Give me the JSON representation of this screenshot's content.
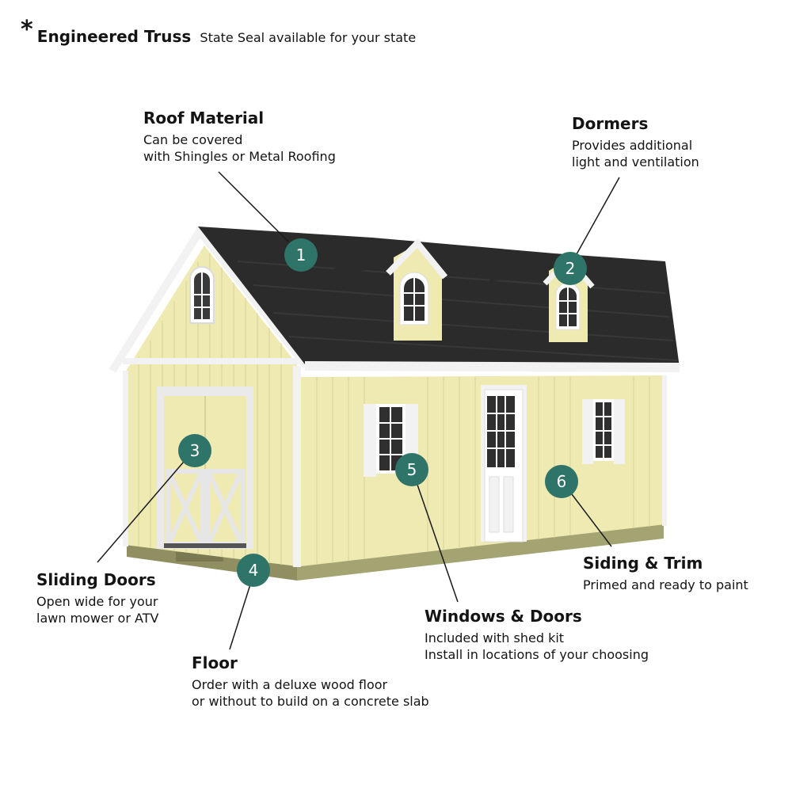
{
  "header": {
    "star": "*",
    "title": "Engineered Truss",
    "note": "State Seal available for your state"
  },
  "callouts": {
    "roof": {
      "number": "1",
      "title": "Roof Material",
      "lines": [
        "Can be covered",
        "with Shingles or Metal Roofing"
      ]
    },
    "dormers": {
      "number": "2",
      "title": "Dormers",
      "lines": [
        "Provides additional",
        "light and ventilation"
      ]
    },
    "sliding": {
      "number": "3",
      "title": "Sliding Doors",
      "lines": [
        "Open wide for your",
        "lawn mower or ATV"
      ]
    },
    "floor": {
      "number": "4",
      "title": "Floor",
      "lines": [
        "Order with a deluxe wood floor",
        "or without to build on a concrete slab"
      ]
    },
    "windows": {
      "number": "5",
      "title": "Windows & Doors",
      "lines": [
        "Included with shed kit",
        "Install in locations of your choosing"
      ]
    },
    "siding": {
      "number": "6",
      "title": "Siding & Trim",
      "lines": [
        "Primed and ready to paint"
      ]
    }
  },
  "colors": {
    "marker": "#2e7468",
    "siding": "#efe9b2",
    "trim": "#f4f4f4",
    "roof": "#2b2b2b",
    "foundation": "#9a9a6a"
  },
  "icons": {
    "header_star": "asterisk-icon"
  }
}
